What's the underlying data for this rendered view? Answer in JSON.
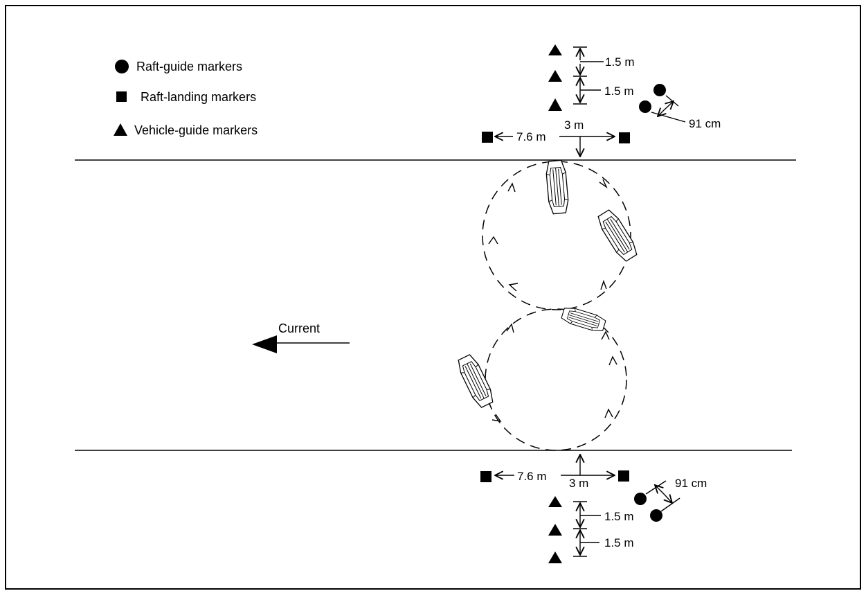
{
  "legend": {
    "raft_guide": "Raft-guide markers",
    "raft_landing": "Raft-landing markers",
    "vehicle_guide": "Vehicle-guide markers"
  },
  "top_bank": {
    "spacing_1": "1.5 m",
    "spacing_2": "1.5 m",
    "landing_width": "7.6 m",
    "offset": "3 m",
    "guide_gap": "91 cm"
  },
  "bottom_bank": {
    "landing_width": "7.6 m",
    "offset": "3 m",
    "guide_gap": "91 cm",
    "spacing_1": "1.5 m",
    "spacing_2": "1.5 m"
  },
  "current_label": "Current"
}
